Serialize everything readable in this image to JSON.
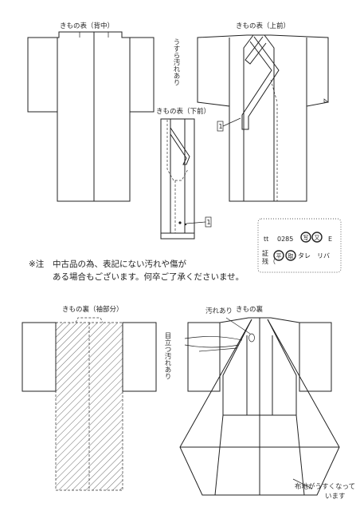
{
  "figure": {
    "back_view": {
      "title": "きもの表（背中）"
    },
    "front_upper_view": {
      "title": "きもの表（上前）"
    },
    "front_lower_view": {
      "title": "きもの表（下前）"
    },
    "sleeve_lining_view": {
      "title": "きもの裏（袖部分）"
    },
    "lining_view": {
      "title": "きもの裏"
    }
  },
  "annotations": {
    "stain_light": "うすら汚れあり",
    "stain_lining": "汚れあり",
    "stain_noticeable": "目立つ汚れあり",
    "fabric_thin_1": "布地がうすくなって",
    "fabric_thin_2": "います",
    "marker": "1"
  },
  "note": {
    "prefix": "※注",
    "line1": "中古品の為、表記にない汚れや傷が",
    "line2": "ある場合もございます。何卒ご了承くださいませ。"
  },
  "stamp": {
    "tt": "tt",
    "code": "0285",
    "e": "E",
    "proof": "証",
    "remain": "残",
    "paren": "（",
    "tare": "タレ",
    "riba": "リバ",
    "s1": "写",
    "s2": "又",
    "s3": "平",
    "s4": "取"
  }
}
